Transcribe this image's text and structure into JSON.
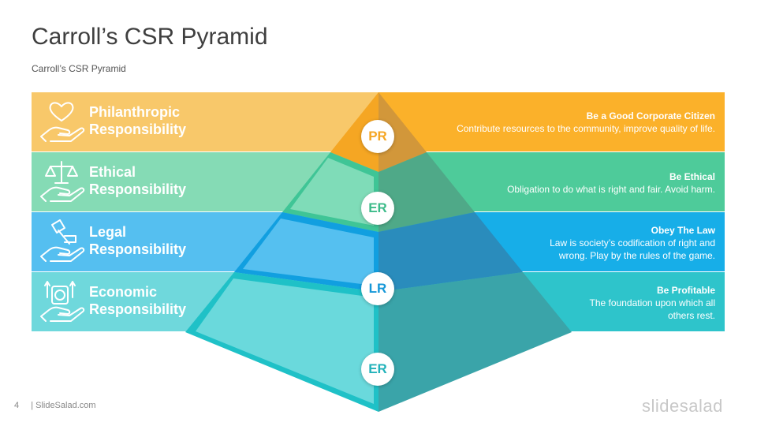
{
  "title": "Carroll’s CSR Pyramid",
  "subtitle": "Carroll’s  CSR  Pyramid",
  "levels": [
    {
      "title1": "Philanthropic",
      "title2": "Responsibility",
      "heading": "Be a Good Corporate Citizen",
      "text1": "Contribute  resources  to the community,  improve quality  of life.",
      "text2": "",
      "badge": "PR",
      "icon": "heart-hand-icon",
      "color": "#f8c86a",
      "right_color": "#fbb12a",
      "badge_color": "#f5a623"
    },
    {
      "title1": "Ethical",
      "title2": "Responsibility",
      "heading": "Be Ethical",
      "text1": "Obligation  to do what is right and fair.  Avoid harm.",
      "text2": "",
      "badge": "ER",
      "icon": "scales-hand-icon",
      "color": "#85dbb5",
      "right_color": "#4ecb9a",
      "badge_color": "#3dbb8a"
    },
    {
      "title1": "Legal",
      "title2": "Responsibility",
      "heading": "Obey The Law",
      "text1": "Law is society’s codification  of right and",
      "text2": "wrong.  Play by the rules of the game.",
      "badge": "LR",
      "icon": "gavel-hand-icon",
      "color": "#55bff0",
      "right_color": "#17aee8",
      "badge_color": "#1597d8"
    },
    {
      "title1": "Economic",
      "title2": "Responsibility",
      "heading": "Be Profitable",
      "text1": "The foundation  upon which all",
      "text2": "others rest.",
      "badge": "ER",
      "icon": "money-hand-icon",
      "color": "#6fd8dc",
      "right_color": "#2ec4cb",
      "badge_color": "#22b2ba"
    }
  ],
  "footer": {
    "page": "4",
    "site": "| SlideSalad.com"
  },
  "brand": "slidesalad"
}
